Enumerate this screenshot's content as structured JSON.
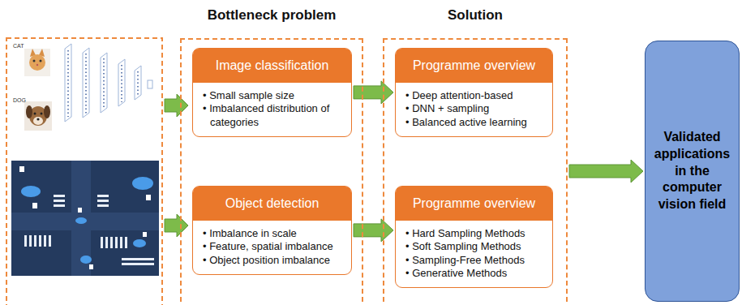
{
  "diagram": {
    "nodes": [
      {
        "text": [
          "Bottleneck problem"
        ]
      },
      {
        "text": [
          "Image classification",
          "• Small sample size",
          "• Imbalanced distribution of categories"
        ],
        "in": 0
      },
      {
        "text": [
          "Object detection",
          "• Imbalance in scale",
          "• Feature, spatial imbalance",
          "• Object position imbalance"
        ],
        "in": 0
      },
      {
        "text": [
          "Solution"
        ]
      },
      {
        "text": [
          "Programme overview",
          "• Deep attention-based",
          "• DNN + sampling",
          "• Balanced active learning"
        ],
        "in": 3
      },
      {
        "text": [
          "Programme overview",
          "• Hard Sampling Methods",
          "• Soft Sampling Methods",
          "• Sampling-Free Methods",
          "• Generative Methods"
        ],
        "in": 3
      },
      {
        "text": [
          "Validated applications in the computer vision field"
        ]
      }
    ],
    "edges": [
      {
        "from": 1,
        "to": 4,
        "arrow": "to"
      },
      {
        "from": 2,
        "to": 5,
        "arrow": "to"
      },
      {
        "from": 3,
        "to": 6,
        "arrow": "to"
      }
    ],
    "labels": [
      "CAT",
      "DOG"
    ]
  }
}
